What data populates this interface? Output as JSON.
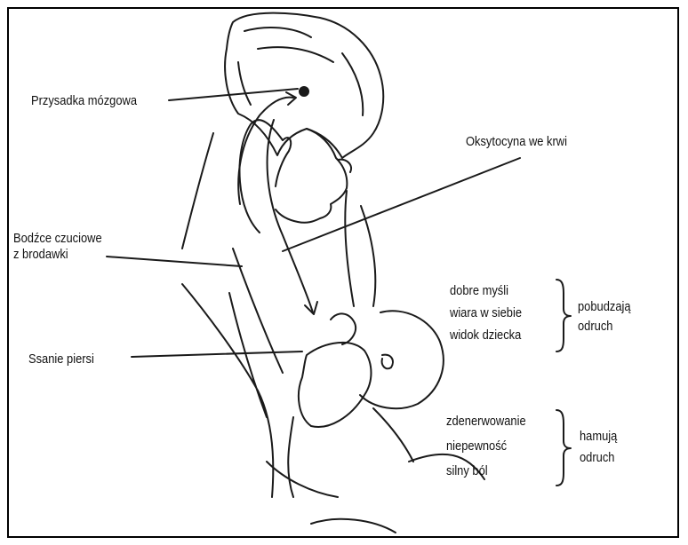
{
  "labels": {
    "pituitary": "Przysadka mózgowa",
    "oxytocin": "Oksytocyna we krwi",
    "stimuli_line1": "Bodźce czuciowe",
    "stimuli_line2": "z brodawki",
    "suckling": "Ssanie piersi"
  },
  "boosters": {
    "items": [
      "dobre myśli",
      "wiara w siebie",
      "widok dziecka"
    ],
    "effect_line1": "pobudzają",
    "effect_line2": "odruch"
  },
  "inhibitors": {
    "items": [
      "zdenerwowanie",
      "niepewność",
      "silny ból"
    ],
    "effect_line1": "hamują",
    "effect_line2": "odruch"
  }
}
